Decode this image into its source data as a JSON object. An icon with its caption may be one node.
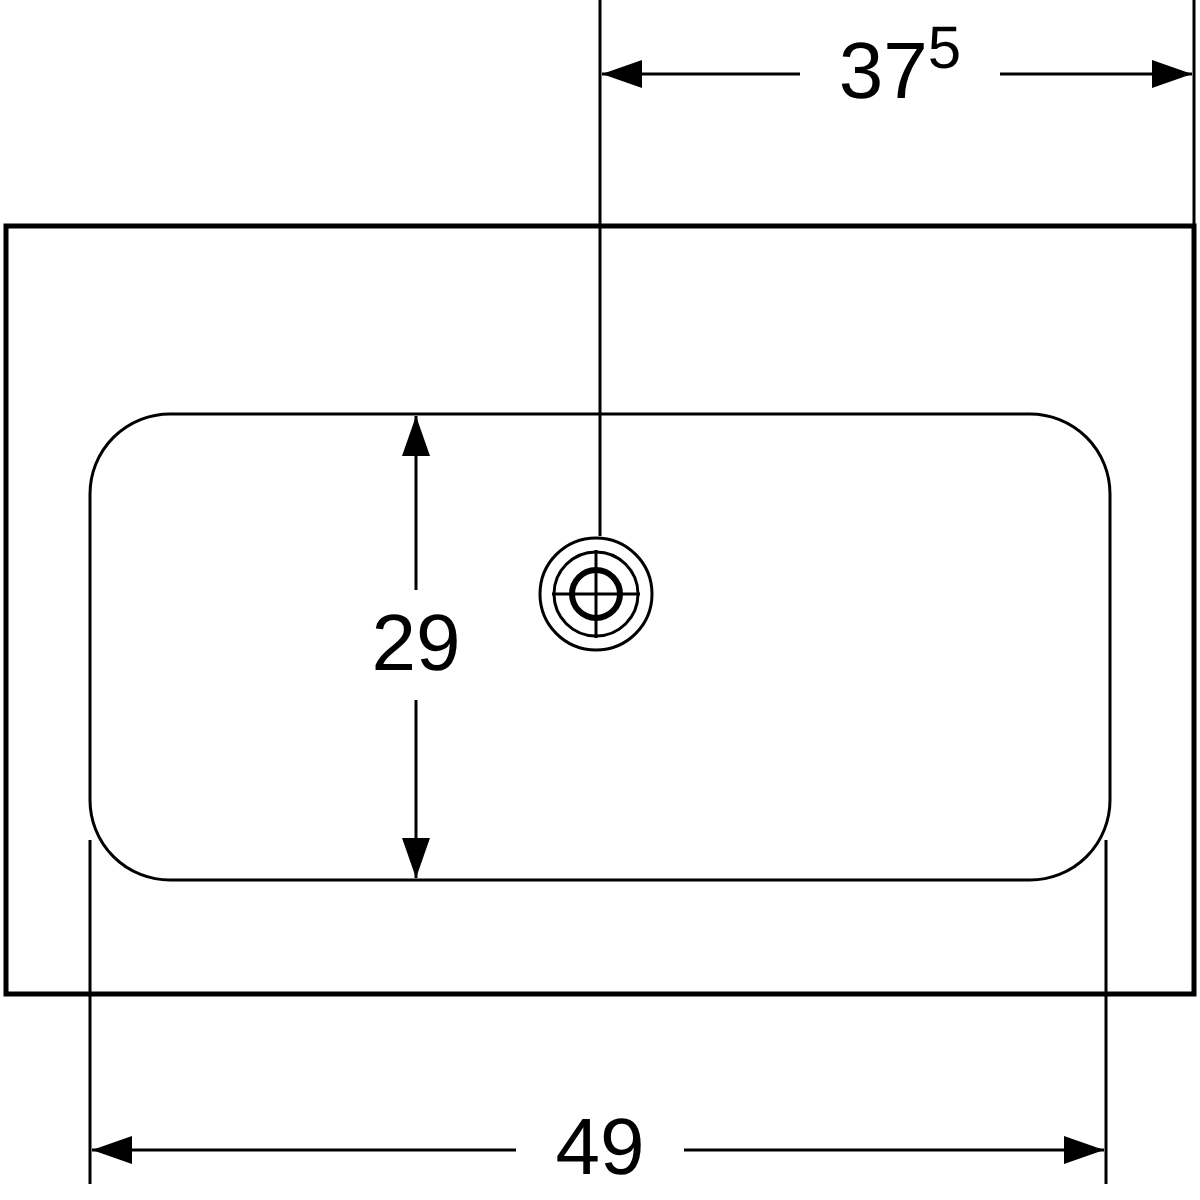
{
  "diagram": {
    "labels": [
      "37$^{5}$",
      "29",
      "49"
    ]
  }
}
